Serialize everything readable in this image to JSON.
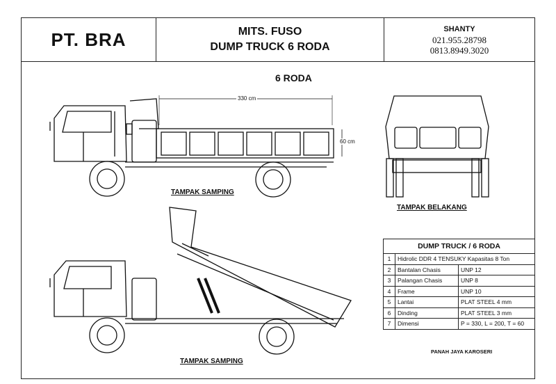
{
  "header": {
    "company": "PT. BRA",
    "title_line1": "MITS. FUSO",
    "title_line2": "DUMP TRUCK 6 RODA",
    "contact_name": "SHANTY",
    "phone1": "021.955.28798",
    "phone2": "0813.8949.3020"
  },
  "drawing_title": "6 RODA",
  "dimensions": {
    "length": "330 cm",
    "height": "60 cm"
  },
  "views": {
    "side_top": "TAMPAK SAMPING",
    "rear": "TAMPAK  BELAKANG",
    "side_bottom": "TAMPAK SAMPING"
  },
  "spec_table": {
    "title": "DUMP TRUCK  / 6 RODA",
    "rows": [
      {
        "no": "1",
        "label": "Hidrolic DDR 4 TENSUKY Kapasitas 8 Ton",
        "value": ""
      },
      {
        "no": "2",
        "label": "Bantalan Chasis",
        "value": "UNP 12"
      },
      {
        "no": "3",
        "label": "Palangan Chasis",
        "value": "UNP 8"
      },
      {
        "no": "4",
        "label": "Frame",
        "value": "UNP 10"
      },
      {
        "no": "5",
        "label": "Lantai",
        "value": "PLAT STEEL 4 mm"
      },
      {
        "no": "6",
        "label": "Dinding",
        "value": "PLAT STEEL 3 mm"
      },
      {
        "no": "7",
        "label": "Dimensi",
        "value": "P = 330, L = 200, T = 60"
      }
    ]
  },
  "footer": "PANAH JAYA KAROSERI"
}
